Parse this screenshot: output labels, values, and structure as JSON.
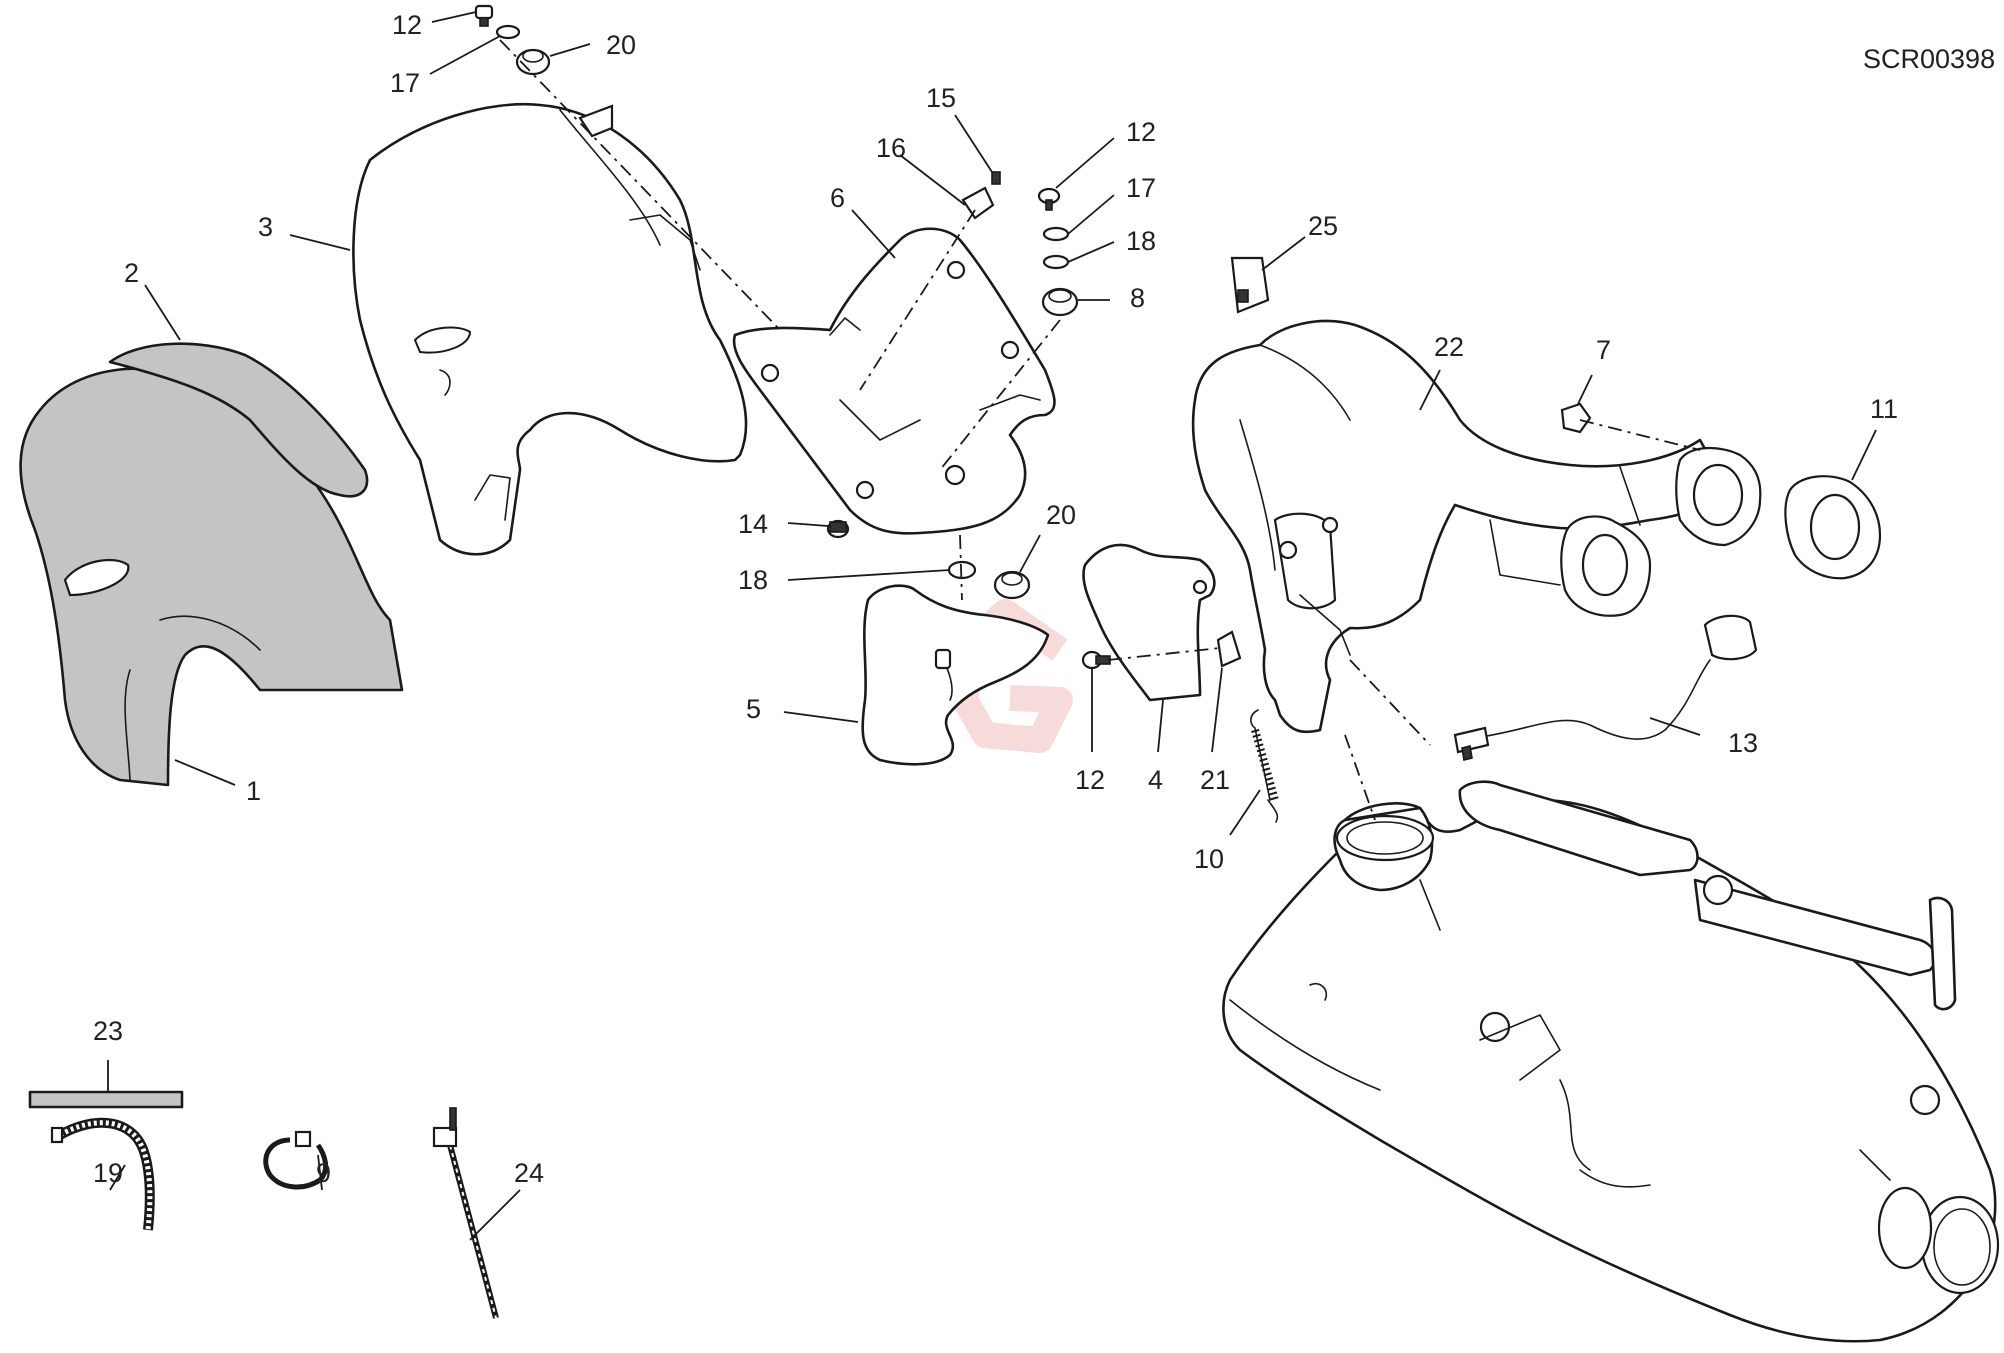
{
  "diagram": {
    "code": "SCR00398",
    "callouts": [
      "12",
      "17",
      "20",
      "3",
      "2",
      "15",
      "16",
      "6",
      "12",
      "17",
      "18",
      "8",
      "25",
      "22",
      "7",
      "11",
      "14",
      "18",
      "20",
      "5",
      "12",
      "4",
      "21",
      "13",
      "10",
      "1",
      "23",
      "19",
      "9",
      "24"
    ],
    "colors": {
      "shaded_part": "#c4c4c4",
      "line": "#1a1a1a",
      "watermark": "#f3c9c9"
    }
  }
}
